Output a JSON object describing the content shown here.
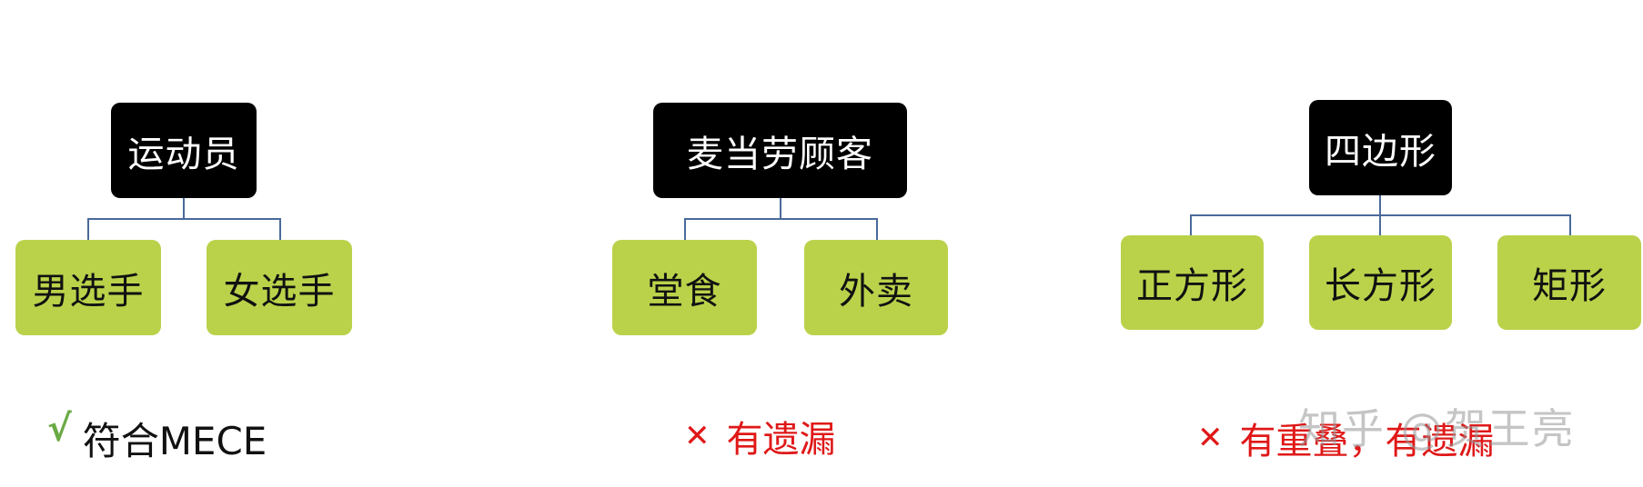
{
  "colors": {
    "root_fill": "#000000",
    "child_fill": "#bad24a",
    "connector": "#4a6a9a",
    "ok_mark": "#6aaa45",
    "bad": "#e01818"
  },
  "diagrams": [
    {
      "root": "运动员",
      "children": [
        "男选手",
        "女选手"
      ],
      "verdict": {
        "icon": "check-icon",
        "mark": "√",
        "text": "符合MECE",
        "status": "ok"
      }
    },
    {
      "root": "麦当劳顾客",
      "children": [
        "堂食",
        "外卖"
      ],
      "verdict": {
        "icon": "cross-icon",
        "mark": "✕",
        "text": "有遗漏",
        "status": "bad"
      }
    },
    {
      "root": "四边形",
      "children": [
        "正方形",
        "长方形",
        "矩形"
      ],
      "verdict": {
        "icon": "cross-icon",
        "mark": "✕",
        "text": "有重叠，有遗漏",
        "status": "bad"
      }
    }
  ],
  "watermark": "知乎 @贺王亮"
}
